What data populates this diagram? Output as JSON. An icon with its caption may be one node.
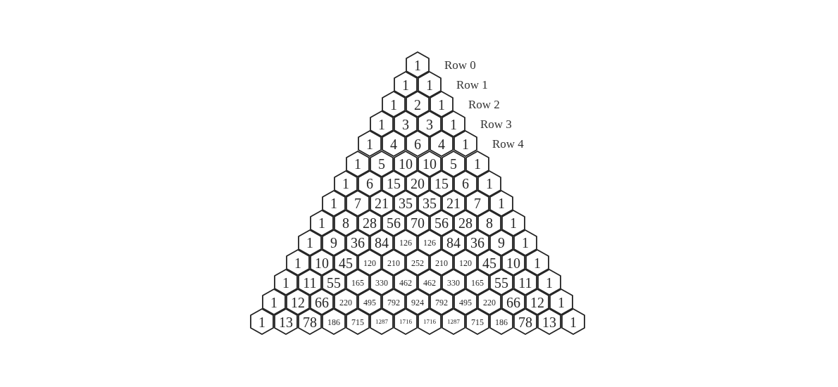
{
  "diagram": {
    "nodes": [
      {
        "text": [
          "1"
        ]
      },
      {
        "text": [
          "1"
        ]
      },
      {
        "text": [
          "1"
        ]
      },
      {
        "text": [
          "1"
        ]
      },
      {
        "text": [
          "2"
        ]
      },
      {
        "text": [
          "1"
        ]
      },
      {
        "text": [
          "1"
        ]
      },
      {
        "text": [
          "3"
        ]
      },
      {
        "text": [
          "3"
        ]
      },
      {
        "text": [
          "1"
        ]
      },
      {
        "text": [
          "1"
        ]
      },
      {
        "text": [
          "4"
        ]
      },
      {
        "text": [
          "6"
        ]
      },
      {
        "text": [
          "4"
        ]
      },
      {
        "text": [
          "1"
        ]
      },
      {
        "text": [
          "1"
        ]
      },
      {
        "text": [
          "5"
        ]
      },
      {
        "text": [
          "10"
        ]
      },
      {
        "text": [
          "10"
        ]
      },
      {
        "text": [
          "5"
        ]
      },
      {
        "text": [
          "1"
        ]
      },
      {
        "text": [
          "1"
        ]
      },
      {
        "text": [
          "6"
        ]
      },
      {
        "text": [
          "15"
        ]
      },
      {
        "text": [
          "20"
        ]
      },
      {
        "text": [
          "15"
        ]
      },
      {
        "text": [
          "6"
        ]
      },
      {
        "text": [
          "1"
        ]
      },
      {
        "text": [
          "1"
        ]
      },
      {
        "text": [
          "7"
        ]
      },
      {
        "text": [
          "21"
        ]
      },
      {
        "text": [
          "35"
        ]
      },
      {
        "text": [
          "35"
        ]
      },
      {
        "text": [
          "21"
        ]
      },
      {
        "text": [
          "7"
        ]
      },
      {
        "text": [
          "1"
        ]
      },
      {
        "text": [
          "1"
        ]
      },
      {
        "text": [
          "8"
        ]
      },
      {
        "text": [
          "28"
        ]
      },
      {
        "text": [
          "56"
        ]
      },
      {
        "text": [
          "70"
        ]
      },
      {
        "text": [
          "56"
        ]
      },
      {
        "text": [
          "28"
        ]
      },
      {
        "text": [
          "8"
        ]
      },
      {
        "text": [
          "1"
        ]
      },
      {
        "text": [
          "1"
        ]
      },
      {
        "text": [
          "9"
        ]
      },
      {
        "text": [
          "36"
        ]
      },
      {
        "text": [
          "84"
        ]
      },
      {
        "text": [
          "126"
        ]
      },
      {
        "text": [
          "126"
        ]
      },
      {
        "text": [
          "84"
        ]
      },
      {
        "text": [
          "36"
        ]
      },
      {
        "text": [
          "9"
        ]
      },
      {
        "text": [
          "1"
        ]
      },
      {
        "text": [
          "1"
        ]
      },
      {
        "text": [
          "10"
        ]
      },
      {
        "text": [
          "45"
        ]
      },
      {
        "text": [
          "120"
        ]
      },
      {
        "text": [
          "210"
        ]
      },
      {
        "text": [
          "252"
        ]
      },
      {
        "text": [
          "210"
        ]
      },
      {
        "text": [
          "120"
        ]
      },
      {
        "text": [
          "45"
        ]
      },
      {
        "text": [
          "10"
        ]
      },
      {
        "text": [
          "1"
        ]
      },
      {
        "text": [
          "1"
        ]
      },
      {
        "text": [
          "11"
        ]
      },
      {
        "text": [
          "55"
        ]
      },
      {
        "text": [
          "165"
        ]
      },
      {
        "text": [
          "330"
        ]
      },
      {
        "text": [
          "462"
        ]
      },
      {
        "text": [
          "462"
        ]
      },
      {
        "text": [
          "330"
        ]
      },
      {
        "text": [
          "165"
        ]
      },
      {
        "text": [
          "55"
        ]
      },
      {
        "text": [
          "11"
        ]
      },
      {
        "text": [
          "1"
        ]
      },
      {
        "text": [
          "1"
        ]
      },
      {
        "text": [
          "12"
        ]
      },
      {
        "text": [
          "66"
        ]
      },
      {
        "text": [
          "220"
        ]
      },
      {
        "text": [
          "495"
        ]
      },
      {
        "text": [
          "792"
        ]
      },
      {
        "text": [
          "924"
        ]
      },
      {
        "text": [
          "792"
        ]
      },
      {
        "text": [
          "495"
        ]
      },
      {
        "text": [
          "220"
        ]
      },
      {
        "text": [
          "66"
        ]
      },
      {
        "text": [
          "12"
        ]
      },
      {
        "text": [
          "1"
        ]
      },
      {
        "text": [
          "1"
        ]
      },
      {
        "text": [
          "13"
        ]
      },
      {
        "text": [
          "78"
        ]
      },
      {
        "text": [
          "186"
        ]
      },
      {
        "text": [
          "715"
        ]
      },
      {
        "text": [
          "1287"
        ]
      },
      {
        "text": [
          "1716"
        ]
      },
      {
        "text": [
          "1716"
        ]
      },
      {
        "text": [
          "1287"
        ]
      },
      {
        "text": [
          "715"
        ]
      },
      {
        "text": [
          "186"
        ]
      },
      {
        "text": [
          "78"
        ]
      },
      {
        "text": [
          "13"
        ]
      },
      {
        "text": [
          "1"
        ]
      }
    ],
    "labels": [
      "Row 0",
      "Row 1",
      "Row 2",
      "Row 3",
      "Row 4"
    ]
  }
}
